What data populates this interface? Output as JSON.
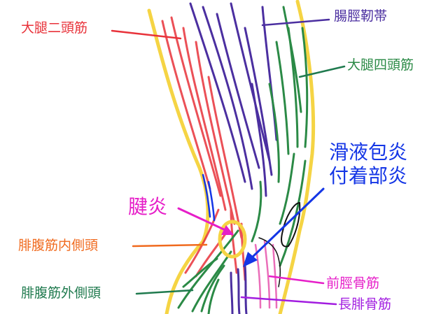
{
  "labels": {
    "biceps_femoris": "大腿二頭筋",
    "iliotibial_band": "腸脛靭帯",
    "quadriceps": "大腿四頭筋",
    "bursitis": "滑液包炎",
    "enthesitis": "付着部炎",
    "tendinitis": "腱炎",
    "gastroc_medial": "腓腹筋内側頭",
    "gastroc_lateral": "腓腹筋外側頭",
    "tibialis_anterior": "前脛骨筋",
    "peroneus_longus": "長腓骨筋"
  },
  "colors": {
    "red": "#e8323a",
    "purple": "#4b2fa0",
    "green": "#2b8a46",
    "blue": "#1436e6",
    "magenta": "#e61ec8",
    "orange": "#f06a1e",
    "dark_green": "#1f7a4e",
    "pink": "#e64aa8",
    "violet": "#a21de0",
    "yellow": "#f5d444"
  }
}
